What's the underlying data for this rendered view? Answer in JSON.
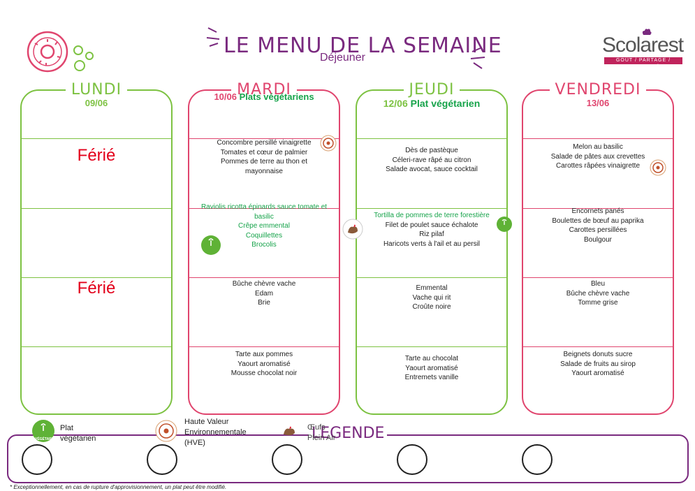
{
  "header": {
    "title": "LE MENU DE LA SEMAINE",
    "subtitle": "Déjeuner",
    "brand": "Scolarest",
    "brand_tagline": "GOÛT / PARTAGE / PROXIMITÉ"
  },
  "days": [
    {
      "name": "LUNDI",
      "date": "09/06",
      "note": "",
      "closed_label_1": "Férié",
      "closed_label_2": "Férié"
    },
    {
      "name": "MARDI",
      "date": "10/06",
      "note": "Plats végétariens",
      "starters": [
        "Concombre persillé vinaigrette",
        "Tomates et cœur de palmier",
        "Pommes de terre au thon et mayonnaise"
      ],
      "mains": [
        "Raviolis ricotta épinards sauce tomate et basilic",
        "Crêpe emmental",
        "Coquillettes",
        "Brocolis"
      ],
      "cheese": [
        "Bûche chèvre vache",
        "Edam",
        "Brie"
      ],
      "desserts": [
        "Tarte aux pommes",
        "Yaourt aromatisé",
        "Mousse chocolat noir"
      ]
    },
    {
      "name": "JEUDI",
      "date": "12/06",
      "note": "Plat végétarien",
      "starters": [
        "Dès de pastèque",
        "Céleri-rave râpé au citron",
        "Salade avocat, sauce cocktail"
      ],
      "mains": [
        "Tortilla de pommes de terre forestière",
        "Filet de poulet sauce échalote",
        "Riz pilaf",
        "Haricots verts à l'ail et au persil"
      ],
      "cheese": [
        "Emmental",
        "Vache qui rit",
        "Croûte noire"
      ],
      "desserts": [
        "Tarte au chocolat",
        "Yaourt aromatisé",
        "Entremets vanille"
      ]
    },
    {
      "name": "VENDREDI",
      "date": "13/06",
      "note": "",
      "starters": [
        "Melon au basilic",
        "Salade de pâtes aux crevettes",
        "Carottes râpées vinaigrette"
      ],
      "mains": [
        "Encornets panés",
        "Boulettes de bœuf au paprika",
        "Carottes persillées",
        "Boulgour"
      ],
      "cheese": [
        "Bleu",
        "Bûche chèvre vache",
        "Tomme grise"
      ],
      "desserts": [
        "Beignets donuts sucre",
        "Salade de fruits au sirop",
        "Yaourt aromatisé"
      ]
    }
  ],
  "badges": {
    "veg": "VÉGÉTARIEN"
  },
  "legend": {
    "title": "LEGENDE",
    "items": [
      "Plat végétarien",
      "Haute Valeur Environnementale (HVE)",
      "Œufs Plein Air"
    ]
  },
  "footnote": "* Exceptionnellement, en cas de rupture d'approvisionnement, un plat peut être modifié.",
  "colors": {
    "lundi": "#7dc242",
    "mardi": "#e0456e",
    "jeudi": "#7dc242",
    "vendredi": "#e0456e",
    "title": "#7a2a7f",
    "veg": "#16a34a"
  }
}
